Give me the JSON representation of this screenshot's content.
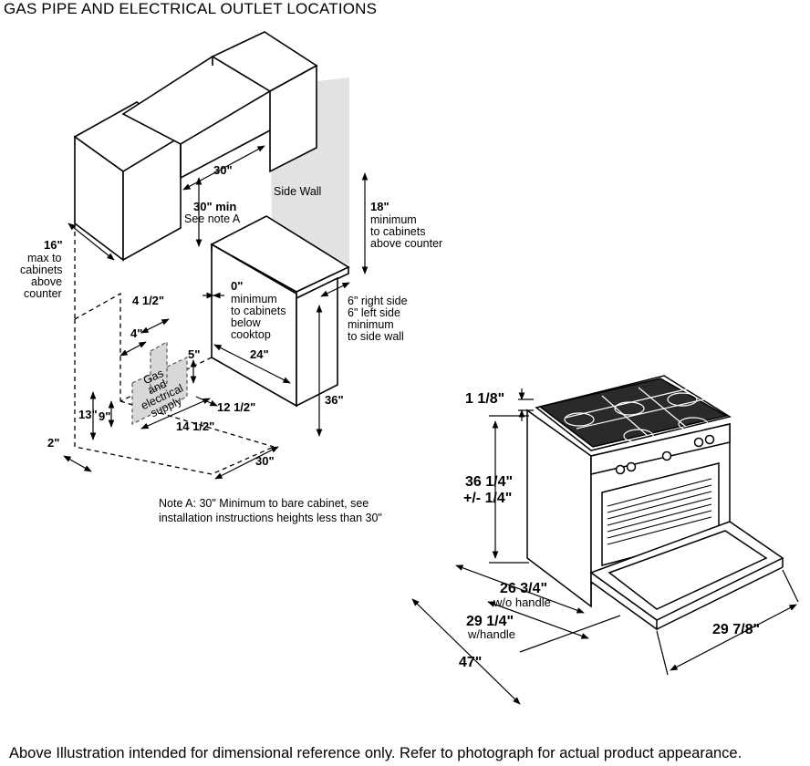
{
  "title": "GAS PIPE AND ELECTRICAL OUTLET LOCATIONS",
  "footer": "Above Illustration intended for dimensional reference only. Refer to photograph for actual product appearance.",
  "left_diagram": {
    "side_wall": "Side Wall",
    "dim_30_top": "30\"",
    "dim_30_min": "30\" min",
    "see_note_a": "See note A",
    "dim_18": "18\"",
    "dim_18_l1": "minimum",
    "dim_18_l2": "to cabinets",
    "dim_18_l3": "above counter",
    "dim_16": "16\"",
    "dim_16_l1": "max to",
    "dim_16_l2": "cabinets",
    "dim_16_l3": "above",
    "dim_16_l4": "counter",
    "dim_0": "0\"",
    "dim_0_l1": "minimum",
    "dim_0_l2": "to cabinets",
    "dim_0_l3": "below",
    "dim_0_l4": "cooktop",
    "side_6_l1": "6\" right side",
    "side_6_l2": "6\" left side",
    "side_6_l3": "minimum",
    "side_6_l4": "to side wall",
    "dim_4_half": "4 1/2\"",
    "dim_4": "4\"",
    "dim_5": "5\"",
    "dim_24": "24\"",
    "dim_12_half": "12 1/2\"",
    "dim_14_half": "14 1/2\"",
    "dim_13": "13\"",
    "dim_9": "9\"",
    "dim_2": "2\"",
    "dim_36": "36\"",
    "dim_30_bottom": "30\"",
    "gas_1": "Gas",
    "gas_2": "and",
    "gas_3": "electrical",
    "gas_4": "supply",
    "note_a_1": "Note A: 30\" Minimum to bare cabinet, see",
    "note_a_2": "installation instructions heights less than 30\""
  },
  "right_diagram": {
    "dim_1_18": "1 1/8\"",
    "dim_36_14": "36 1/4\"",
    "dim_tol": "+/- 1/4\"",
    "dim_26_34": "26 3/4\"",
    "wo_handle": "w/o handle",
    "dim_29_14": "29 1/4\"",
    "w_handle": "w/handle",
    "dim_47": "47\"",
    "dim_29_78": "29 7/8\""
  }
}
